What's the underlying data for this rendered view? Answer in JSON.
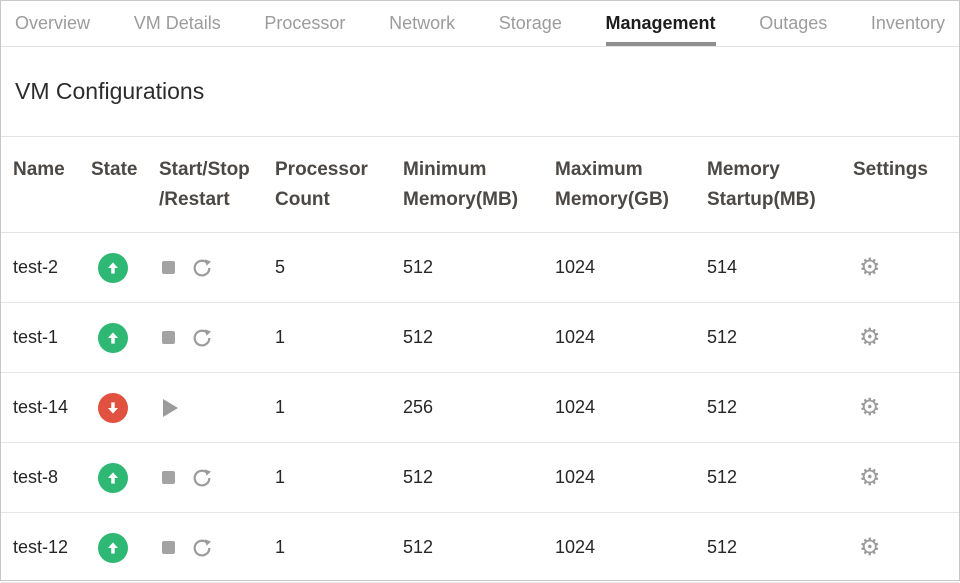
{
  "tabs": [
    {
      "label": "Overview"
    },
    {
      "label": "VM Details"
    },
    {
      "label": "Processor"
    },
    {
      "label": "Network"
    },
    {
      "label": "Storage"
    },
    {
      "label": "Management"
    },
    {
      "label": "Outages"
    },
    {
      "label": "Inventory"
    }
  ],
  "active_tab": "Management",
  "page": {
    "title": "VM Configurations"
  },
  "table": {
    "columns": {
      "name": "Name",
      "state": "State",
      "start_stop_restart": "Start/Stop /Restart",
      "processor_count": "Processor Count",
      "min_memory": "Minimum Memory(MB)",
      "max_memory": "Maximum Memory(GB)",
      "memory_startup": "Memory Startup(MB)",
      "settings": "Settings"
    },
    "rows": [
      {
        "name": "test-2",
        "state": "running",
        "processor_count": "5",
        "min_memory_mb": "512",
        "max_memory_gb": "1024",
        "memory_startup_mb": "514"
      },
      {
        "name": "test-1",
        "state": "running",
        "processor_count": "1",
        "min_memory_mb": "512",
        "max_memory_gb": "1024",
        "memory_startup_mb": "512"
      },
      {
        "name": "test-14",
        "state": "stopped",
        "processor_count": "1",
        "min_memory_mb": "256",
        "max_memory_gb": "1024",
        "memory_startup_mb": "512"
      },
      {
        "name": "test-8",
        "state": "running",
        "processor_count": "1",
        "min_memory_mb": "512",
        "max_memory_gb": "1024",
        "memory_startup_mb": "512"
      },
      {
        "name": "test-12",
        "state": "running",
        "processor_count": "1",
        "min_memory_mb": "512",
        "max_memory_gb": "1024",
        "memory_startup_mb": "512"
      }
    ]
  },
  "icons": {
    "state_running": "circle-arrow-up",
    "state_stopped": "circle-arrow-down",
    "stop": "stop-square",
    "restart": "circular-arrow",
    "play": "play-triangle",
    "settings": "gear"
  },
  "colors": {
    "state_up": "#2eb873",
    "state_down": "#e0513f",
    "icon_gray": "#9b9b9b",
    "active_tab_underline": "#8f8f8f",
    "inactive_tab_text": "#9c9c9c"
  }
}
